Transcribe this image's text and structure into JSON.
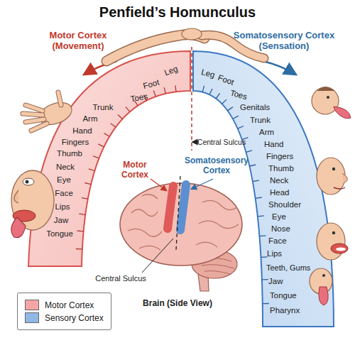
{
  "diagram": {
    "title": "Penfield’s Homunculus",
    "labels": [
      "Motor Cortex (Movement)",
      "Somatosensory Cortex (Sensation)",
      "Leg",
      "Foot",
      "Toes",
      "Trunk",
      "Arm",
      "Hand",
      "Fingers",
      "Thumb",
      "Neck",
      "Eye",
      "Face",
      "Lips",
      "Jaw",
      "Tongue",
      "Leg",
      "Foot",
      "Toes",
      "Genitals",
      "Trunk",
      "Arm",
      "Hand",
      "Fingers",
      "Thumb",
      "Neck",
      "Head",
      "Shoulder",
      "Eye",
      "Nose",
      "Face",
      "Lips",
      "Teeth, Gums",
      "Jaw",
      "Tongue",
      "Pharynx",
      "Central Sulcus",
      "Motor Cortex",
      "Somatosensory Cortex",
      "Central Sulcus",
      "Brain (Side View)"
    ],
    "legend": [
      {
        "text": "Motor Cortex",
        "color": "#f4a6a6"
      },
      {
        "text": "Sensory Cortex",
        "color": "#8fb8e6"
      }
    ]
  }
}
